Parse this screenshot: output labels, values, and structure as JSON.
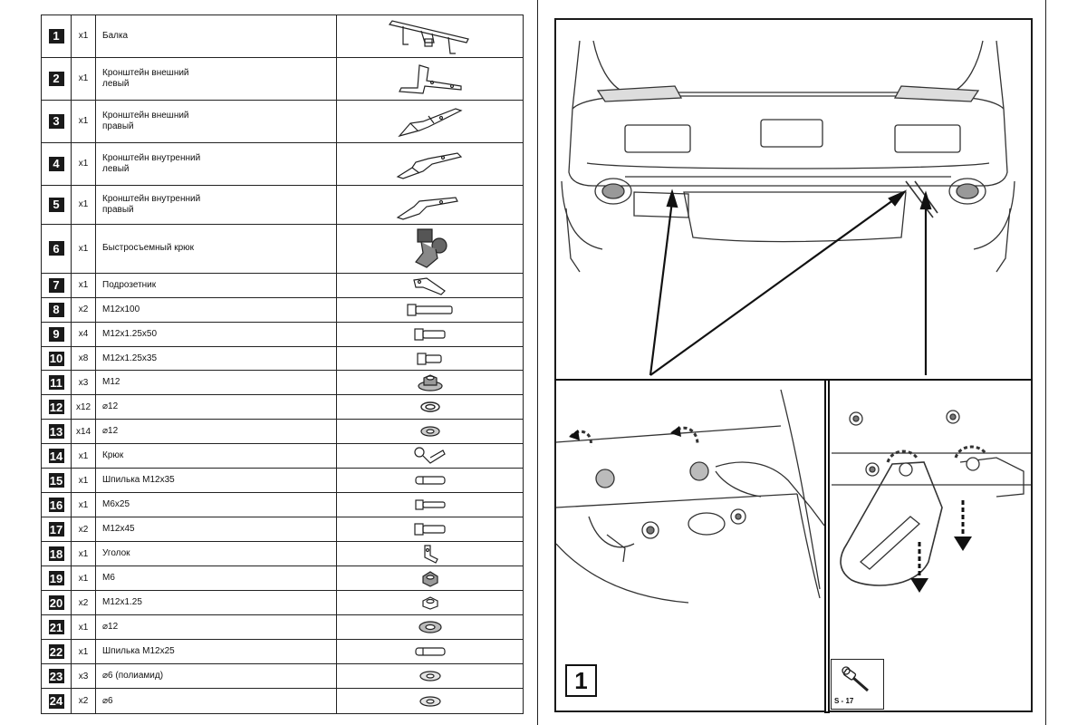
{
  "parts": [
    {
      "num": "1",
      "qty": "x1",
      "name": "Балка",
      "icon": "tow-beam-icon"
    },
    {
      "num": "2",
      "qty": "x1",
      "name": "Кронштейн внешний\nлевый",
      "icon": "bracket-outer-left-icon"
    },
    {
      "num": "3",
      "qty": "x1",
      "name": "Кронштейн внешний\nправый",
      "icon": "bracket-outer-right-icon"
    },
    {
      "num": "4",
      "qty": "x1",
      "name": "Кронштейн внутренний\nлевый",
      "icon": "bracket-inner-left-icon"
    },
    {
      "num": "5",
      "qty": "x1",
      "name": "Кронштейн внутренний\nправый",
      "icon": "bracket-inner-right-icon"
    },
    {
      "num": "6",
      "qty": "x1",
      "name": "Быстросъемный крюк",
      "icon": "detachable-hook-icon"
    },
    {
      "num": "7",
      "qty": "x1",
      "name": "Подрозетник",
      "icon": "socket-plate-icon"
    },
    {
      "num": "8",
      "qty": "x2",
      "name": "M12x100",
      "icon": "long-bolt-icon"
    },
    {
      "num": "9",
      "qty": "x4",
      "name": "M12x1.25x50",
      "icon": "bolt-icon"
    },
    {
      "num": "10",
      "qty": "x8",
      "name": "M12x1.25x35",
      "icon": "short-bolt-icon"
    },
    {
      "num": "11",
      "qty": "x3",
      "name": "M12",
      "icon": "flange-nut-icon"
    },
    {
      "num": "12",
      "qty": "x12",
      "name": "⌀12",
      "icon": "spring-washer-icon"
    },
    {
      "num": "13",
      "qty": "x14",
      "name": "⌀12",
      "icon": "washer-icon"
    },
    {
      "num": "14",
      "qty": "x1",
      "name": "Крюк",
      "icon": "hook-pin-icon"
    },
    {
      "num": "15",
      "qty": "x1",
      "name": "Шпилька M12x35",
      "icon": "stud-icon"
    },
    {
      "num": "16",
      "qty": "x1",
      "name": "M6x25",
      "icon": "small-bolt-icon"
    },
    {
      "num": "17",
      "qty": "x2",
      "name": "M12x45",
      "icon": "bolt-icon"
    },
    {
      "num": "18",
      "qty": "x1",
      "name": "Уголок",
      "icon": "angle-bracket-icon"
    },
    {
      "num": "19",
      "qty": "x1",
      "name": "M6",
      "icon": "lock-nut-icon"
    },
    {
      "num": "20",
      "qty": "x2",
      "name": "M12x1.25",
      "icon": "hex-nut-icon"
    },
    {
      "num": "21",
      "qty": "x1",
      "name": "⌀12",
      "icon": "large-washer-icon"
    },
    {
      "num": "22",
      "qty": "x1",
      "name": "Шпилька M12x25",
      "icon": "stud-icon"
    },
    {
      "num": "23",
      "qty": "x3",
      "name": "⌀6 (полиамид)",
      "icon": "flat-washer-icon"
    },
    {
      "num": "24",
      "qty": "x2",
      "name": "⌀6",
      "icon": "flat-washer-icon"
    }
  ],
  "step": {
    "number": "1",
    "tool_label": "S - 17",
    "tool_icon": "socket-wrench-icon"
  }
}
